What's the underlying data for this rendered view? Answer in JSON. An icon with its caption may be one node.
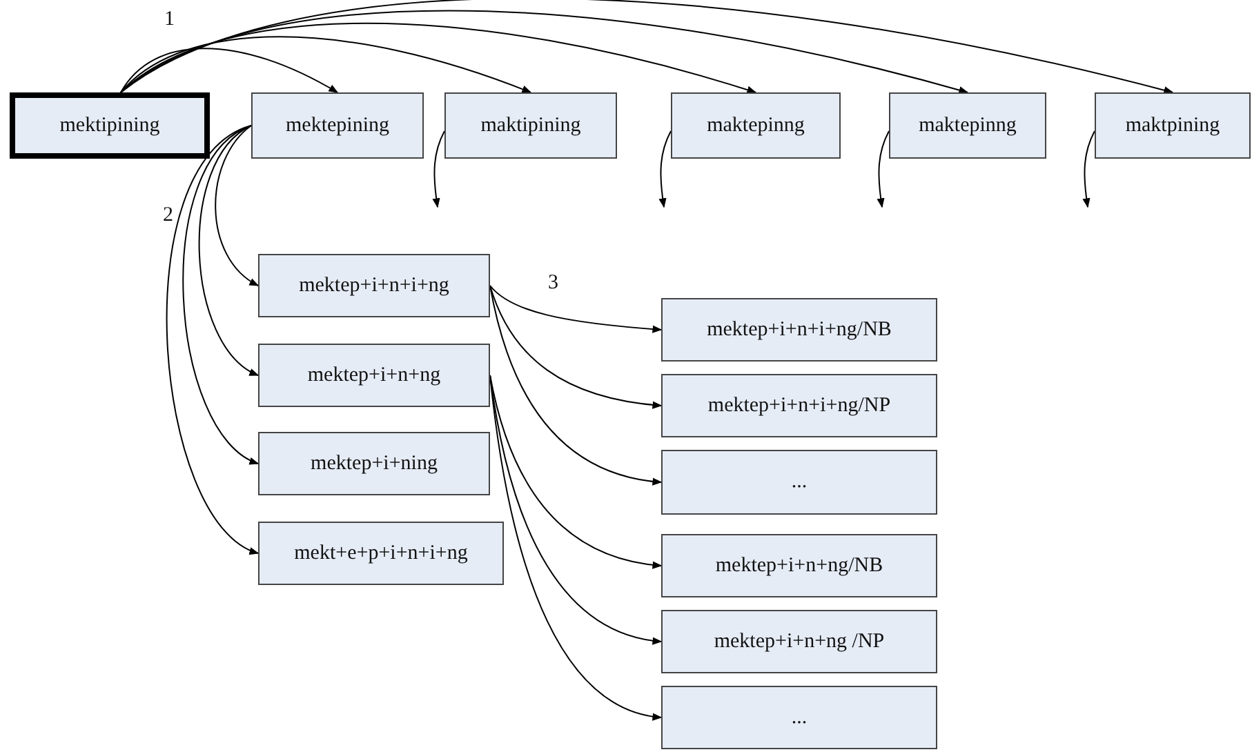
{
  "diagram": {
    "nodes": [
      {
        "text": [
          "mektipining"
        ]
      },
      {
        "text": [
          "mektepining"
        ]
      },
      {
        "text": [
          "maktipining"
        ]
      },
      {
        "text": [
          "maktepinng"
        ]
      },
      {
        "text": [
          "maktepinng"
        ]
      },
      {
        "text": [
          "maktpining"
        ]
      },
      {
        "text": [
          "mektep+i+n+i+ng"
        ]
      },
      {
        "text": [
          "mektep+i+n+ng"
        ]
      },
      {
        "text": [
          "mektep+i+ning"
        ]
      },
      {
        "text": [
          "mekt+e+p+i+n+i+ng"
        ]
      },
      {
        "text": [
          "mektep+i+n+i+ng/NB"
        ]
      },
      {
        "text": [
          "mektep+i+n+i+ng/NP"
        ]
      },
      {
        "text": [
          "..."
        ]
      },
      {
        "text": [
          "mektep+i+n+ng/NB"
        ]
      },
      {
        "text": [
          "mektep+i+n+ng /NP"
        ]
      },
      {
        "text": [
          "..."
        ]
      }
    ],
    "edges": [
      {
        "from": 0,
        "to": 1,
        "arrow": "to"
      },
      {
        "from": 0,
        "to": 2,
        "arrow": "to"
      },
      {
        "from": 0,
        "to": 3,
        "arrow": "to"
      },
      {
        "from": 0,
        "to": 4,
        "arrow": "to"
      },
      {
        "from": 0,
        "to": 5,
        "arrow": "to"
      },
      {
        "from": 2,
        "to": null,
        "arrow": "to"
      },
      {
        "from": 3,
        "to": null,
        "arrow": "to"
      },
      {
        "from": 4,
        "to": null,
        "arrow": "to"
      },
      {
        "from": 5,
        "to": null,
        "arrow": "to"
      },
      {
        "from": 1,
        "to": 6,
        "arrow": "to"
      },
      {
        "from": 1,
        "to": 7,
        "arrow": "to"
      },
      {
        "from": 1,
        "to": 8,
        "arrow": "to"
      },
      {
        "from": 1,
        "to": 9,
        "arrow": "to"
      },
      {
        "from": 6,
        "to": 10,
        "arrow": "to"
      },
      {
        "from": 6,
        "to": 11,
        "arrow": "to"
      },
      {
        "from": 6,
        "to": 12,
        "arrow": "to"
      },
      {
        "from": 7,
        "to": 13,
        "arrow": "to"
      },
      {
        "from": 7,
        "to": 14,
        "arrow": "to"
      },
      {
        "from": 7,
        "to": 15,
        "arrow": "to"
      }
    ],
    "labels": [
      "1",
      "2",
      "3"
    ]
  }
}
